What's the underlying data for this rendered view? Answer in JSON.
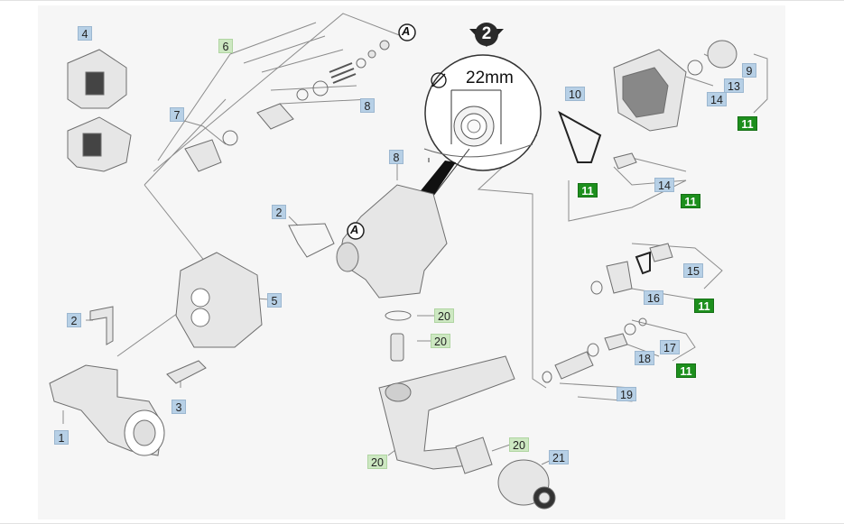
{
  "view_marker": "2",
  "detail_ref_letter": "A",
  "detail_dimension": "22mm",
  "callouts": {
    "c4": "4",
    "c6": "6",
    "c7": "7",
    "c8a": "8",
    "c8b": "8",
    "c2a": "2",
    "c2b": "2",
    "c5": "5",
    "c3": "3",
    "c1": "1",
    "c10": "10",
    "c9": "9",
    "c13": "13",
    "c14a": "14",
    "c14b": "14",
    "c11a": "11",
    "c11b": "11",
    "c11c": "11",
    "c11d": "11",
    "c11e": "11",
    "c15": "15",
    "c16": "16",
    "c17": "17",
    "c18": "18",
    "c19": "19",
    "c20a": "20",
    "c20b": "20",
    "c20c": "20",
    "c20d": "20",
    "c21": "21"
  }
}
